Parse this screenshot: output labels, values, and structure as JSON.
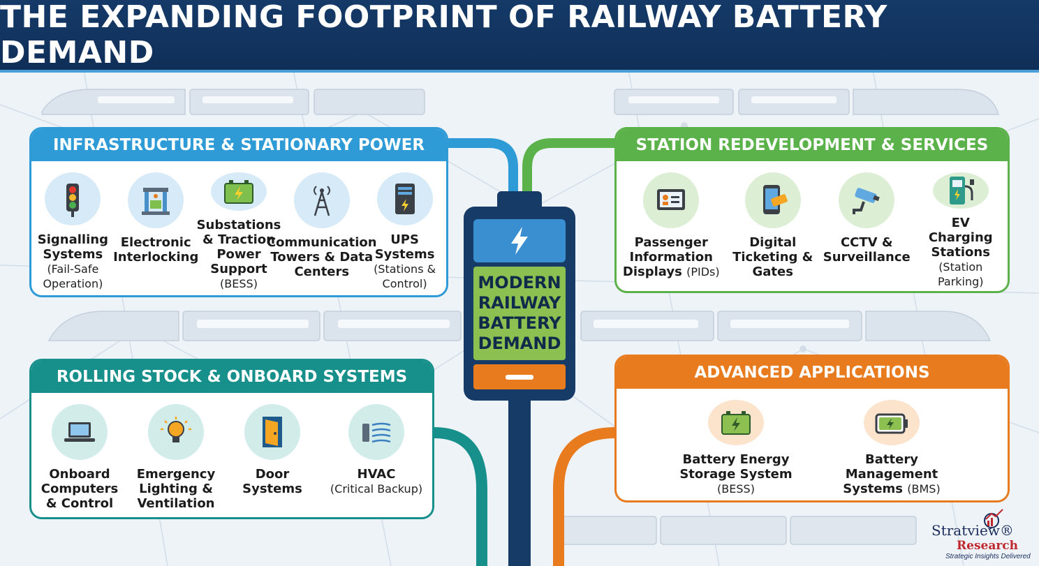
{
  "title": "THE EXPANDING FOOTPRINT OF RAILWAY BATTERY DEMAND",
  "colors": {
    "header_bg": "#153a68",
    "infrastructure": "#2e9ad6",
    "station": "#5bb14a",
    "rolling_stock": "#178f8b",
    "advanced": "#e87b1e",
    "battery_body": "#163b66",
    "battery_green": "#8cc152"
  },
  "center": {
    "label": "MODERN\nRAILWAY\nBATTERY\nDEMAND",
    "icon": "lightning-bolt-icon"
  },
  "panels": {
    "infrastructure": {
      "title": "INFRASTRUCTURE & STATIONARY POWER",
      "items": [
        {
          "label": "Signalling Systems",
          "sub": "(Fail-Safe Operation)",
          "icon": "traffic-light-icon"
        },
        {
          "label": "Electronic Interlocking",
          "sub": "",
          "icon": "interlocking-machine-icon"
        },
        {
          "label": "Substations & Traction Power Support",
          "sub": "(BESS)",
          "icon": "battery-charge-icon"
        },
        {
          "label": "Communication Towers & Data Centers",
          "sub": "",
          "icon": "radio-tower-icon"
        },
        {
          "label": "UPS Systems",
          "sub": "(Stations & Control)",
          "icon": "ups-unit-icon"
        }
      ]
    },
    "station": {
      "title": "STATION REDEVELOPMENT & SERVICES",
      "items": [
        {
          "label": "Passenger Information Displays",
          "sub": "(PIDs)",
          "icon": "info-display-icon"
        },
        {
          "label": "Digital Ticketing & Gates",
          "sub": "",
          "icon": "mobile-ticket-icon"
        },
        {
          "label": "CCTV & Surveillance",
          "sub": "",
          "icon": "cctv-camera-icon"
        },
        {
          "label": "EV Charging Stations",
          "sub": "(Station Parking)",
          "icon": "ev-charger-icon"
        }
      ]
    },
    "rolling_stock": {
      "title": "ROLLING STOCK & ONBOARD SYSTEMS",
      "items": [
        {
          "label": "Onboard Computers & Control",
          "sub": "",
          "icon": "laptop-icon"
        },
        {
          "label": "Emergency Lighting & Ventilation",
          "sub": "",
          "icon": "light-bulb-icon"
        },
        {
          "label": "Door Systems",
          "sub": "",
          "icon": "door-icon"
        },
        {
          "label": "HVAC",
          "sub": "(Critical Backup)",
          "icon": "hvac-airflow-icon"
        }
      ]
    },
    "advanced": {
      "title": "ADVANCED APPLICATIONS",
      "items": [
        {
          "label": "Battery Energy Storage System",
          "sub": "(BESS)",
          "icon": "storage-battery-icon"
        },
        {
          "label": "Battery Management Systems",
          "sub": "(BMS)",
          "icon": "battery-level-icon"
        }
      ]
    }
  },
  "logo": {
    "brand": "Stratview®",
    "brand2": "Research",
    "tagline": "Strategic Insights Delivered"
  }
}
